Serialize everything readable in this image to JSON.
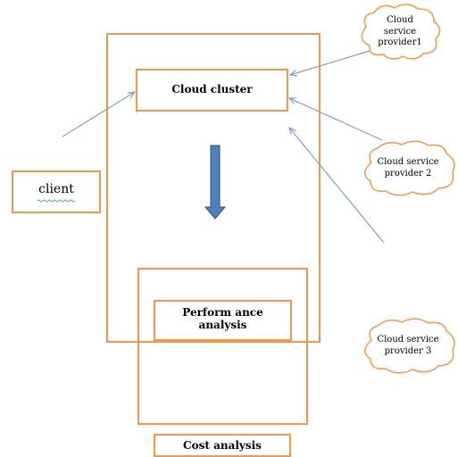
{
  "diagram": {
    "client": "client",
    "cloud_cluster": "Cloud cluster",
    "performance_analysis": {
      "line1": "Perform ance",
      "line2": "analysis"
    },
    "cost_analysis": "Cost analysis",
    "providers": [
      {
        "line1": "Cloud",
        "line2": "service",
        "line3": "provider1"
      },
      {
        "line1": "Cloud service",
        "line2": "provider 2"
      },
      {
        "line1": "Cloud service",
        "line2": "provider 3"
      }
    ]
  },
  "colors": {
    "box_border": "#f79646",
    "cloud_border": "#f79646",
    "connector": "#7f9fcf",
    "flow_arrow_fill": "#4f81bd",
    "flow_arrow_stroke": "#2f4f7f"
  }
}
